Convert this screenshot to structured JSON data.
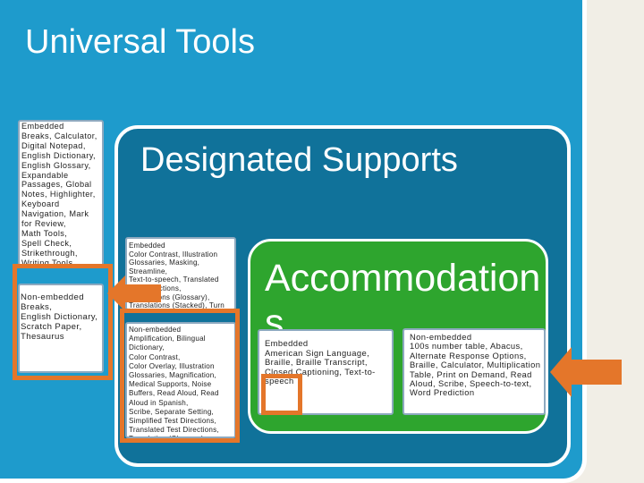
{
  "universal": {
    "title": "Universal Tools",
    "embedded": "Embedded\nBreaks, Calculator,\nDigital Notepad,\nEnglish Dictionary,\nEnglish Glossary,\nExpandable\nPassages, Global\nNotes, Highlighter,\nKeyboard\nNavigation, Mark\nfor Review,\nMath Tools,\nSpell Check,\nStrikethrough,\nWriting Tools,\nZoom",
    "non_embedded": "Non-embedded\nBreaks,\nEnglish Dictionary,\nScratch Paper,\nThesaurus"
  },
  "designated": {
    "title": "Designated Supports",
    "embedded": "Embedded\nColor Contrast, Illustration\nGlossaries, Masking,\nStreamline,\nText-to-speech, Translated\nTest Directions,\nTranslations (Glossary),\nTranslations (Stacked), Turn\noff Universal Tools",
    "non_embedded": "Non-embedded\nAmplification, Bilingual\nDictionary,\nColor Contrast,\nColor Overlay, Illustration\nGlossaries, Magnification,\nMedical Supports, Noise\nBuffers, Read Aloud, Read\nAloud in Spanish,\nScribe, Separate Setting,\nSimplified Test Directions,\nTranslated Test Directions,\nTranslation (Glossary)"
  },
  "accommodations": {
    "title": "Accommodations",
    "embedded": "Embedded\nAmerican Sign Language,\nBraille, Braille Transcript,\nClosed Captioning, Text-to-\nspeech",
    "non_embedded": "Non-embedded\n100s number table, Abacus,\nAlternate Response Options,\nBraille, Calculator, Multiplication\nTable, Print on Demand, Read\nAloud, Scribe, Speech-to-text,\nWord Prediction"
  },
  "colors": {
    "universal_bg": "#1e9bcc",
    "designated_bg": "#10729a",
    "accommodations_bg": "#2ea52e",
    "highlight": "#e4762a"
  }
}
